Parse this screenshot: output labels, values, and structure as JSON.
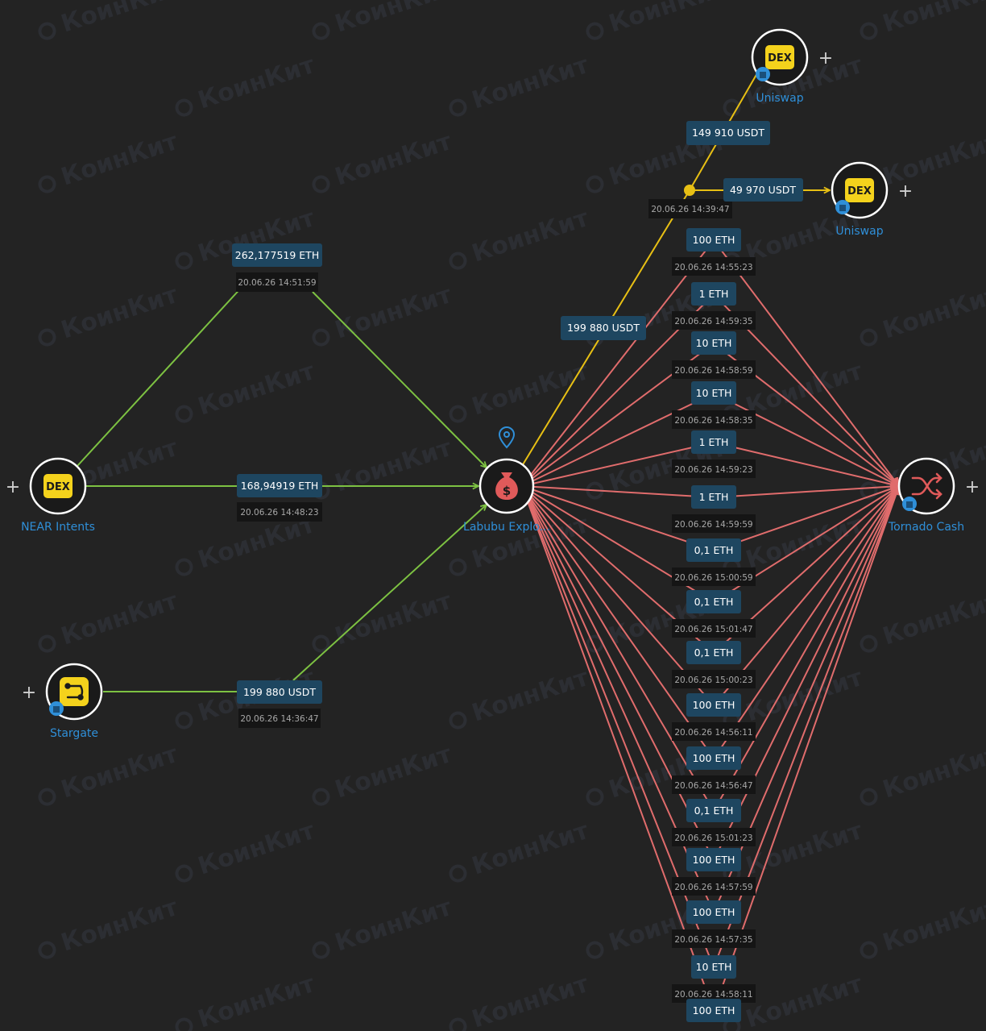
{
  "watermark": "КоинКит",
  "colors": {
    "background": "#232323",
    "inflow": "#7dc242",
    "outflow": "#e06c6c",
    "usdt_flow": "#e8c014",
    "amount_label_bg": "#1e4660",
    "node_name": "#2f8fd8",
    "dex_badge": "#f4d21c"
  },
  "nodes": {
    "near_intents": {
      "name": "NEAR Intents",
      "badge": "DEX",
      "icon": "dex-badge",
      "expand": "+"
    },
    "stargate": {
      "name": "Stargate",
      "icon": "bridge-icon",
      "expand": "+"
    },
    "labubu": {
      "name": "Labubu Explo...",
      "icon": "money-bag-icon",
      "marker": "location-pin-icon"
    },
    "tornado": {
      "name": "Tornado Cash",
      "icon": "shuffle-icon",
      "expand": "+"
    },
    "uniswap_1": {
      "name": "Uniswap",
      "badge": "DEX",
      "icon": "dex-badge",
      "expand": "+"
    },
    "uniswap_2": {
      "name": "Uniswap",
      "badge": "DEX",
      "icon": "dex-badge",
      "expand": "+"
    }
  },
  "inflows": [
    {
      "from": "near_intents",
      "to": "labubu",
      "amount": "262,177519 ETH",
      "time": "20.06.26 14:51:59"
    },
    {
      "from": "near_intents",
      "to": "labubu",
      "amount": "168,94919 ETH",
      "time": "20.06.26 14:48:23"
    },
    {
      "from": "stargate",
      "to": "labubu",
      "amount": "199 880 USDT",
      "time": "20.06.26 14:36:47"
    }
  ],
  "usdt_flows": [
    {
      "from": "labubu",
      "to": "split",
      "amount": "199 880 USDT",
      "time": "20.06.26 14:39:47"
    },
    {
      "from": "split",
      "to": "uniswap_1",
      "amount": "149 910 USDT"
    },
    {
      "from": "split",
      "to": "uniswap_2",
      "amount": "49 970 USDT"
    }
  ],
  "tornado_transfers": [
    {
      "amount": "100 ETH",
      "time": "20.06.26 14:55:23"
    },
    {
      "amount": "1 ETH",
      "time": "20.06.26 14:59:35"
    },
    {
      "amount": "10 ETH",
      "time": "20.06.26 14:58:59"
    },
    {
      "amount": "10 ETH",
      "time": "20.06.26 14:58:35"
    },
    {
      "amount": "1 ETH",
      "time": "20.06.26 14:59:23"
    },
    {
      "amount": "1 ETH",
      "time": "20.06.26 14:59:59"
    },
    {
      "amount": "0,1 ETH",
      "time": "20.06.26 15:00:59"
    },
    {
      "amount": "0,1 ETH",
      "time": "20.06.26 15:01:47"
    },
    {
      "amount": "0,1 ETH",
      "time": "20.06.26 15:00:23"
    },
    {
      "amount": "100 ETH",
      "time": "20.06.26 14:56:11"
    },
    {
      "amount": "100 ETH",
      "time": "20.06.26 14:56:47"
    },
    {
      "amount": "0,1 ETH",
      "time": "20.06.26 15:01:23"
    },
    {
      "amount": "100 ETH",
      "time": "20.06.26 14:57:59"
    },
    {
      "amount": "100 ETH",
      "time": "20.06.26 14:57:35"
    },
    {
      "amount": "10 ETH",
      "time": "20.06.26 14:58:11"
    },
    {
      "amount": "100 ETH"
    }
  ]
}
